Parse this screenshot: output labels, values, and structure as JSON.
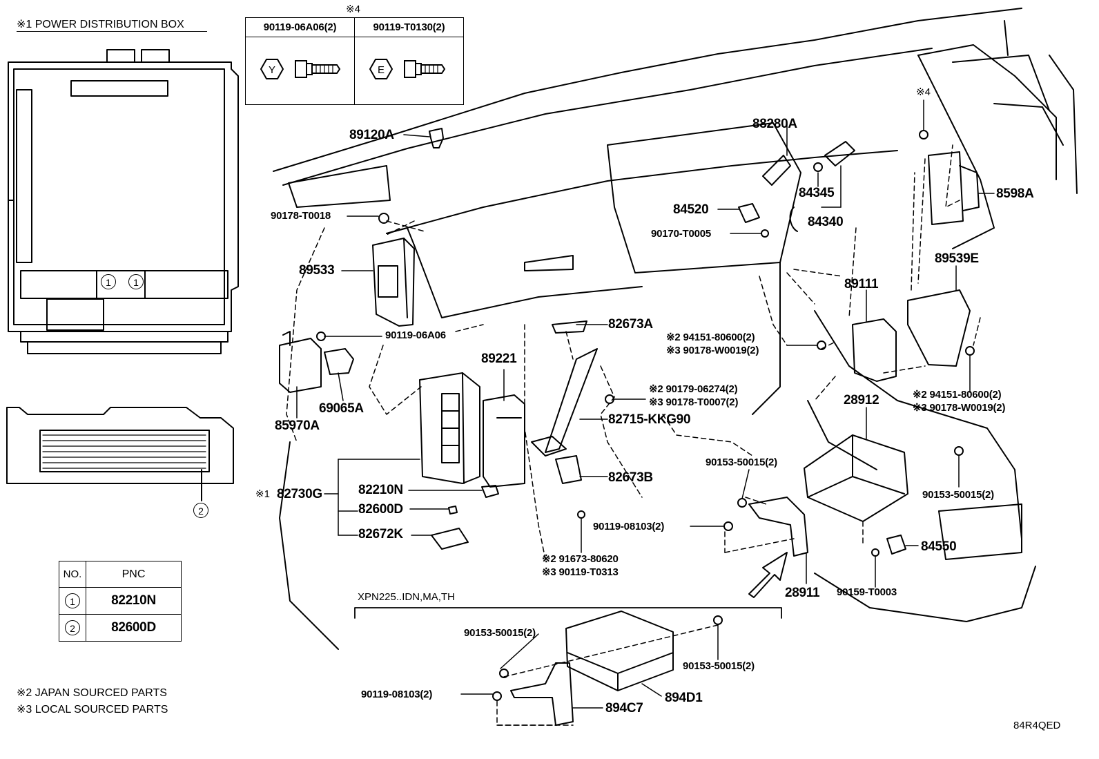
{
  "inset_power_box": {
    "title": "※1  POWER DISTRIBUTION BOX",
    "callout_1a": "1",
    "callout_1b": "1",
    "callout_2": "2"
  },
  "fastener_table": {
    "header_mark": "※4",
    "col1_part": "90119-06A06(2)",
    "col2_part": "90119-T0130(2)",
    "col1_mark": "Y",
    "col2_mark": "E"
  },
  "pnc_table": {
    "head_no": "NO.",
    "head_pnc": "PNC",
    "rows": [
      {
        "no": "1",
        "pnc": "82210N"
      },
      {
        "no": "2",
        "pnc": "82600D"
      }
    ]
  },
  "notes": {
    "japan": "※2 JAPAN SOURCED PARTS",
    "local": "※3 LOCAL SOURCED PARTS"
  },
  "variant_bracket": "XPN225..IDN,MA,TH",
  "illustration_code": "84R4QED",
  "parts": {
    "p89120A": "89120A",
    "p90178T0018": "90178-T0018",
    "p89533": "89533",
    "p90119_06A06": "90119-06A06",
    "p85970A": "85970A",
    "p69065A": "69065A",
    "p89221": "89221",
    "p82673A": "82673A",
    "p82715": "82715-KKG90",
    "p82673B": "82673B",
    "mark1": "※1",
    "p82730G": "82730G",
    "p82210N": "82210N",
    "p82600D": "82600D",
    "p82672K": "82672K",
    "p91673_a": "※2 91673-80620",
    "p91673_b": "※3 90119-T0313",
    "p88280A": "88280A",
    "p84520": "84520",
    "p90170T0005": "90170-T0005",
    "p84345": "84345",
    "p84340": "84340",
    "mark4b": "※4",
    "p8598A": "8598A",
    "p89539E": "89539E",
    "p89111": "89111",
    "p94151_l_a": "※2 94151-80600(2)",
    "p94151_l_b": "※3 90178-W0019(2)",
    "p90179_a": "※2 90179-06274(2)",
    "p90179_b": "※3 90178-T0007(2)",
    "p94151_r_a": "※2 94151-80600(2)",
    "p94151_r_b": "※3 90178-W0019(2)",
    "p28912": "28912",
    "p90153_c": "90153-50015(2)",
    "p90153_r": "90153-50015(2)",
    "p90119_08103": "90119-08103(2)",
    "p84550": "84550",
    "p28911": "28911",
    "p90159T0003": "90159-T0003",
    "p90153_bl": "90153-50015(2)",
    "p90153_br": "90153-50015(2)",
    "p90119_08103_b": "90119-08103(2)",
    "p894C7": "894C7",
    "p894D1": "894D1"
  }
}
